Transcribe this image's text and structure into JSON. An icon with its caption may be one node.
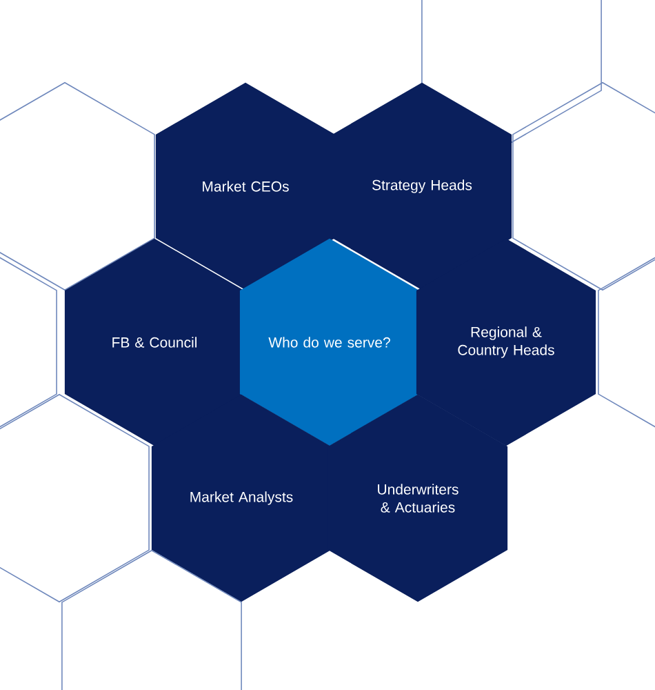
{
  "diagram": {
    "nodes": [
      {
        "text": [],
        "shape": "hexagon"
      },
      {
        "text": [],
        "shape": "hexagon"
      },
      {
        "text": [
          "Market CEOs"
        ]
      },
      {
        "text": [
          "Strategy Heads"
        ]
      },
      {
        "text": [],
        "shape": "hexagon"
      },
      {
        "text": [],
        "shape": "hexagon"
      },
      {
        "text": [
          "FB & Council"
        ]
      },
      {
        "text": [
          "Who do we serve?"
        ]
      },
      {
        "text": [
          "Regional & Country Heads"
        ]
      },
      {
        "text": [],
        "shape": "hexagon"
      },
      {
        "text": [],
        "shape": "hexagon"
      },
      {
        "text": [
          "Market Analysts"
        ]
      },
      {
        "text": [
          "Underwriters & Actuaries"
        ]
      },
      {
        "text": [],
        "shape": "hexagon"
      }
    ],
    "edges": []
  }
}
